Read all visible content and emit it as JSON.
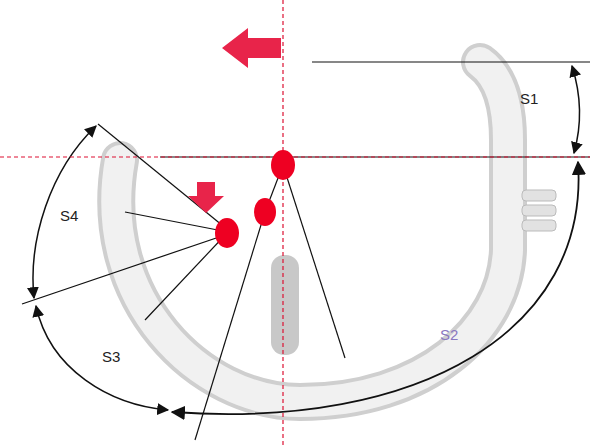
{
  "diagram": {
    "labels": [
      "S1",
      "S4",
      "S3",
      "S2"
    ]
  }
}
